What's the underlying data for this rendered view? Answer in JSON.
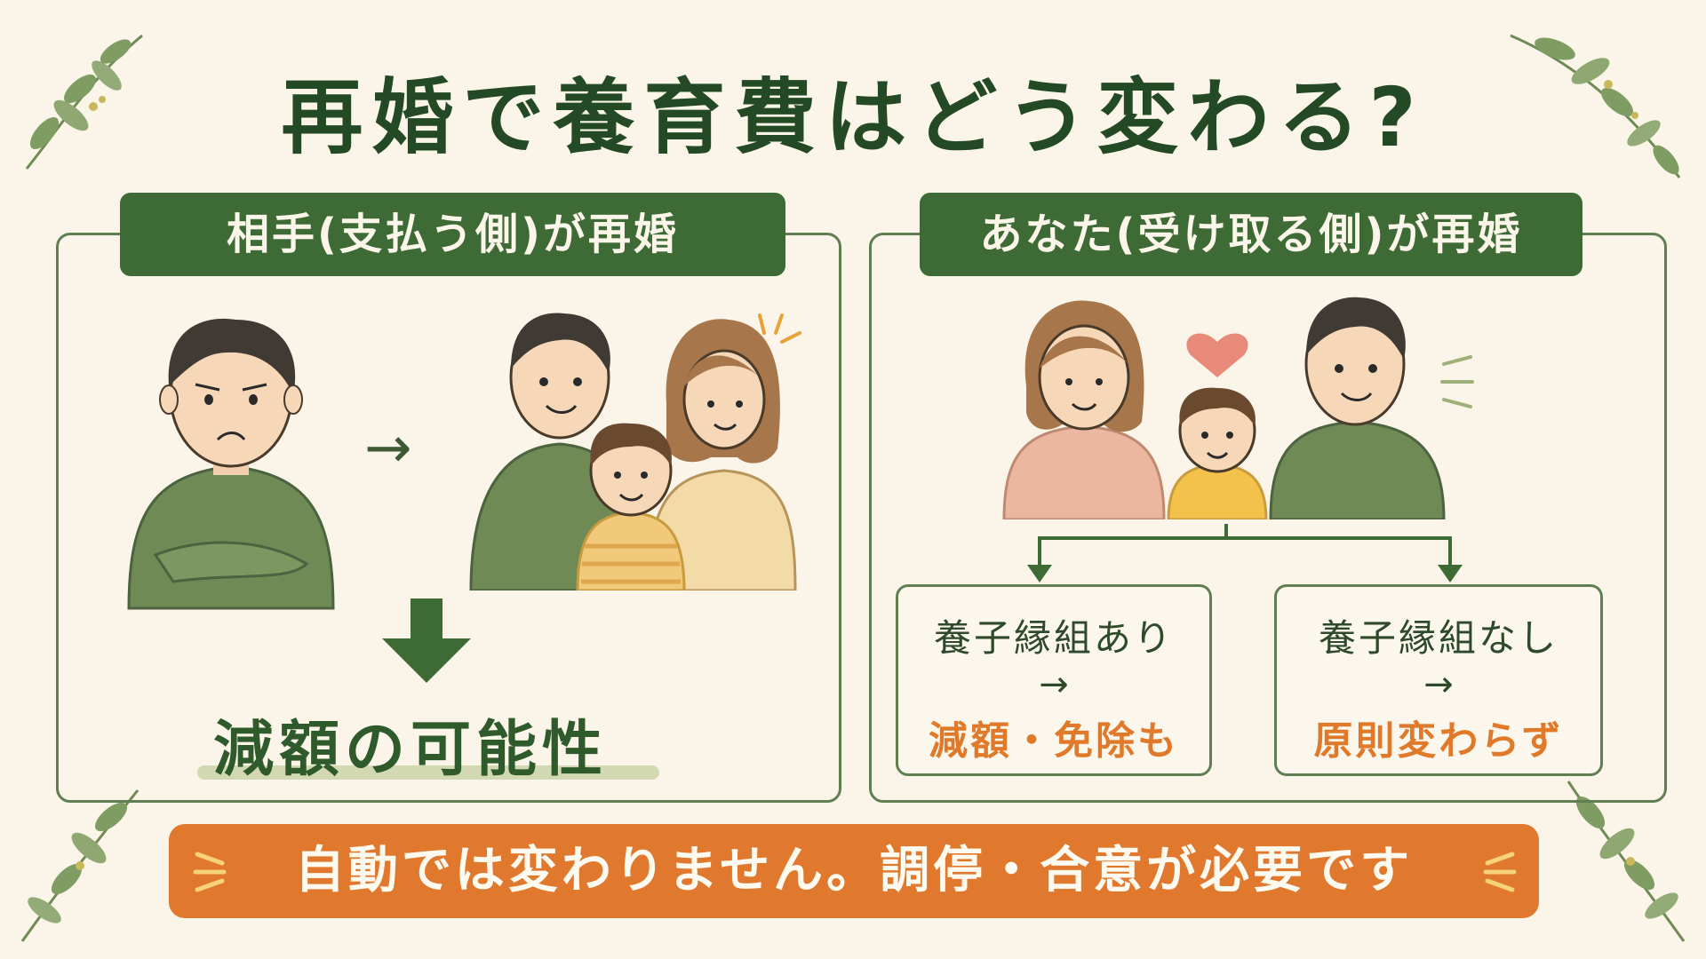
{
  "title": "再婚で養育費はどう変わる?",
  "left_panel": {
    "header": "相手(支払う側)が再婚",
    "arrow": "→",
    "result": "減額の可能性"
  },
  "right_panel": {
    "header": "あなた(受け取る側)が再婚",
    "options": [
      {
        "condition": "養子縁組あり",
        "arrow": "→",
        "outcome": "減額・免除も"
      },
      {
        "condition": "養子縁組なし",
        "arrow": "→",
        "outcome": "原則変わらず"
      }
    ]
  },
  "banner": "自動では変わりません。調停・合意が必要です",
  "colors": {
    "background": "#faf5e8",
    "title_green": "#234a24",
    "header_green": "#3d6a35",
    "border_green": "#5f7f52",
    "accent_orange": "#e07a2a",
    "banner_orange": "#e0792e"
  }
}
